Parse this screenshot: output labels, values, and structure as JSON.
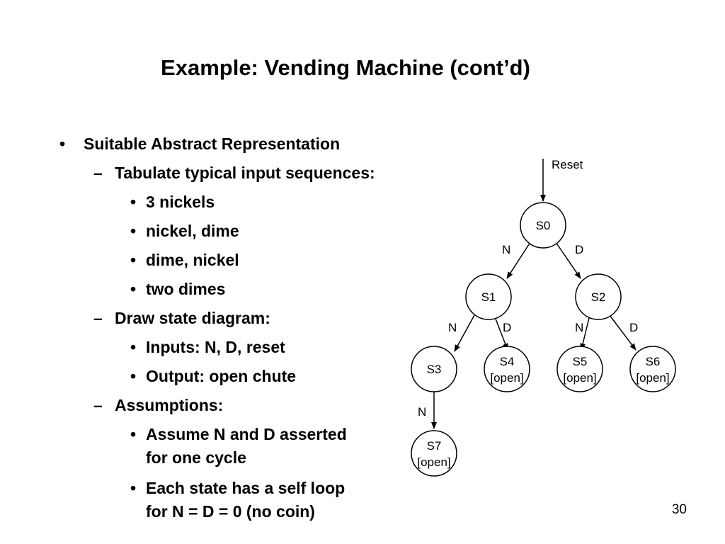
{
  "slide": {
    "title": "Example: Vending Machine (cont’d)",
    "page_number": "30"
  },
  "bullets": {
    "b1": "Suitable Abstract Representation",
    "b1_1": "Tabulate typical input sequences:",
    "b1_1_1": "3 nickels",
    "b1_1_2": "nickel, dime",
    "b1_1_3": "dime, nickel",
    "b1_1_4": "two dimes",
    "b1_2": "Draw state diagram:",
    "b1_2_1": "Inputs: N, D, reset",
    "b1_2_2": "Output: open chute",
    "b1_3": "Assumptions:",
    "b1_3_1_line1": "Assume N and D asserted",
    "b1_3_1_line2": "for one cycle",
    "b1_3_2_line1": "Each state has a self loop",
    "b1_3_2_line2": "for N = D = 0 (no coin)"
  },
  "markers": {
    "level1": "•",
    "level2": "–",
    "level3": "•"
  },
  "diagram": {
    "reset_label": "Reset",
    "states": {
      "s0": {
        "name": "S0",
        "output": ""
      },
      "s1": {
        "name": "S1",
        "output": ""
      },
      "s2": {
        "name": "S2",
        "output": ""
      },
      "s3": {
        "name": "S3",
        "output": ""
      },
      "s4": {
        "name": "S4",
        "output": "[open]"
      },
      "s5": {
        "name": "S5",
        "output": "[open]"
      },
      "s6": {
        "name": "S6",
        "output": "[open]"
      },
      "s7": {
        "name": "S7",
        "output": "[open]"
      }
    },
    "transitions": {
      "s0_s1": "N",
      "s0_s2": "D",
      "s1_s3": "N",
      "s1_s4": "D",
      "s2_s5": "N",
      "s2_s6": "D",
      "s3_s7": "N"
    }
  }
}
